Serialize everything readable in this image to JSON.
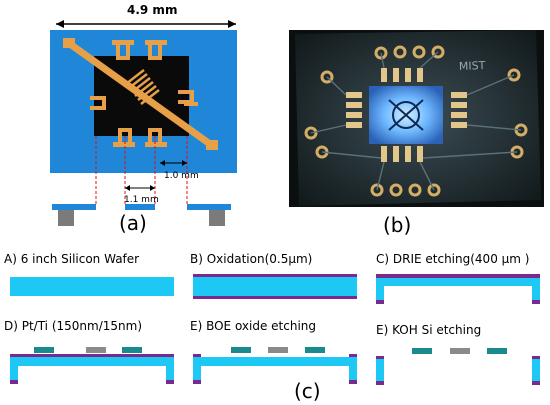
{
  "panel_a": {
    "width_label": "4.9 mm",
    "dim_inner": "1.0 mm",
    "dim_lower": "1.1 mm",
    "caption": "(a)"
  },
  "panel_b": {
    "chip_marking": "MIST",
    "caption": "(b)"
  },
  "process": {
    "caption": "(c)",
    "steps": [
      {
        "label": "A) 6 inch Silicon Wafer"
      },
      {
        "label": "B) Oxidation(0.5μm)"
      },
      {
        "label": "C) DRIE etching(400 μm )"
      },
      {
        "label": "D) Pt/Ti (150nm/15nm)"
      },
      {
        "label": "E) BOE oxide etching"
      },
      {
        "label": "E) KOH Si etching"
      }
    ]
  },
  "colors": {
    "silicon": "#1ec8f5",
    "oxide": "#7a2a8c",
    "platinum": "#8a8a8a",
    "electrode": "#1a8a8e",
    "device_blue": "#1f86d8",
    "gold": "#e8a048"
  }
}
